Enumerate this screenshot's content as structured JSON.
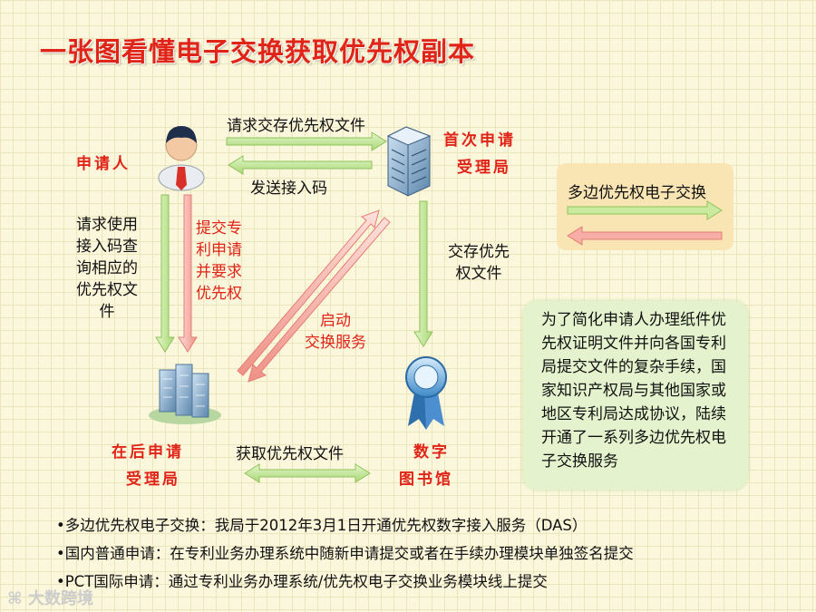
{
  "title": "一张图看懂电子交换获取优先权副本",
  "nodes": {
    "applicant": "申请人",
    "first_office_l1": "首次申请",
    "first_office_l2": "受理局",
    "later_office_l1": "在后申请",
    "later_office_l2": "受理局",
    "library_l1": "数字",
    "library_l2": "图书馆"
  },
  "arrow_labels": {
    "request_deposit": "请求交存优先权文件",
    "send_code": "发送接入码",
    "request_use": [
      "请求使用",
      "接入码查",
      "询相应的",
      "优先权文",
      "件"
    ],
    "submit_patent": [
      "提交专",
      "利申请",
      "并要求",
      "优先权"
    ],
    "deposit_docs": [
      "交存优先",
      "权文件"
    ],
    "start_exchange": [
      "启动",
      "交换服务"
    ],
    "obtain_docs": "获取优先权文件"
  },
  "legend": {
    "label": "多边优先权电子交换",
    "colors": {
      "green": "#b9e28c",
      "red": "#f4a39a",
      "box": "#f9e4b3"
    }
  },
  "callout": "为了简化申请人办理纸件优先权证明文件并向各国专利局提交文件的复杂手续，国家知识产权局与其他国家或地区专利局达成协议，陆续开通了一系列多边优先权电子交换服务",
  "bullets": [
    "•多边优先权电子交换：我局于2012年3月1日开通优先权数字接入服务（DAS）",
    "•国内普通申请：在专利业务办理系统中随新申请提交或者在手续办理模块单独签名提交",
    "•PCT国际申请：通过专利业务办理系统/优先权电子交换业务模块线上提交"
  ],
  "watermark": "大数跨境",
  "colors": {
    "title": "#e02418",
    "green_arrow": "#b9e28c",
    "red_arrow": "#f4a39a",
    "callout_bg": "#e4f3cd"
  }
}
